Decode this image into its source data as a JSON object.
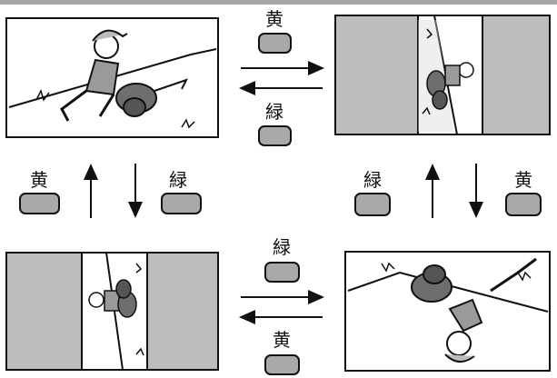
{
  "colors": {
    "top_bar": "#a6a6a6",
    "button_fill": "#a9a9a9",
    "panel_gray": "#bdbdbd",
    "stroke": "#111111"
  },
  "labels": {
    "top_center_upper": "黄",
    "top_center_lower": "緑",
    "left_mid": "黄",
    "left_mid_right": "緑",
    "right_mid_left": "緑",
    "right_mid": "黄",
    "bottom_center_upper": "緑",
    "bottom_center_lower": "黄"
  },
  "icons": {
    "arrow_right": "arrow-right-icon",
    "arrow_left": "arrow-left-icon",
    "arrow_up": "arrow-up-icon",
    "arrow_down": "arrow-down-icon",
    "button": "rounded-button-icon"
  }
}
